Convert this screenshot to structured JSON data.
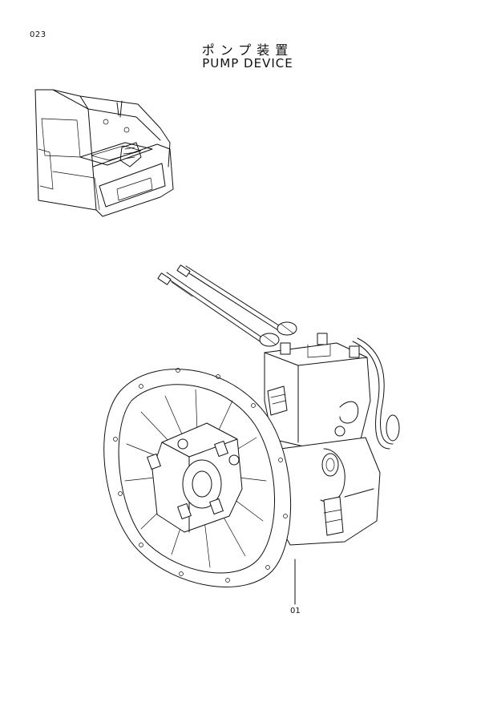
{
  "page": {
    "number": "023",
    "title_jp": "ポンプ装置",
    "title_en": "PUMP DEVICE"
  },
  "parts": [
    {
      "label": "01"
    }
  ],
  "icons": {
    "locator": "excavator-locator-icon",
    "main": "pump-assembly-drawing"
  }
}
